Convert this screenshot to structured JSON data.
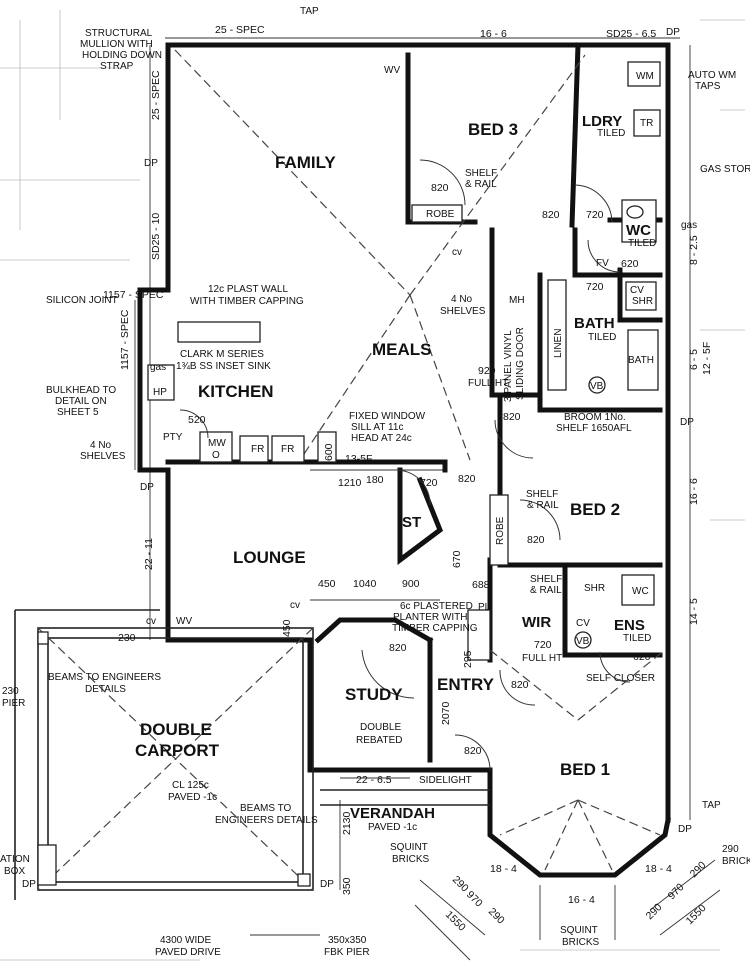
{
  "rooms": {
    "family": "FAMILY",
    "bed3": "BED 3",
    "ldry": "LDRY",
    "tiled_ldry": "TILED",
    "meals": "MEALS",
    "kitchen": "KITCHEN",
    "lounge": "LOUNGE",
    "bed2": "BED 2",
    "bath": "BATH",
    "tiled_bath": "TILED",
    "wc": "WC",
    "tiled_wc": "TILED",
    "st": "ST",
    "wir": "WIR",
    "ens": "ENS",
    "tiled_ens": "TILED",
    "study": "STUDY",
    "entry": "ENTRY",
    "bed1": "BED 1",
    "carport1": "DOUBLE",
    "carport2": "CARPORT",
    "verandah": "VERANDAH"
  },
  "notes": {
    "tap_top": "TAP",
    "tap_right": "TAP",
    "mullion1": "STRUCTURAL",
    "mullion2": "MULLION WITH",
    "mullion3": "HOLDING DOWN",
    "mullion4": "STRAP",
    "auto1": "AUTO WM",
    "auto2": "TAPS",
    "gas_stor": "GAS STOR",
    "gas": "gas",
    "silicon": "SILICON JOINT",
    "plast1": "12c PLAST WALL",
    "plast2": "WITH TIMBER CAPPING",
    "clark1": "CLARK M SERIES",
    "clark2": "1¾B SS INSET SINK",
    "bulk1": "BULKHEAD TO",
    "bulk2": "DETAIL ON",
    "bulk3": "SHEET 5",
    "shelves1a": "4 No",
    "shelves1b": "SHELVES",
    "shelves2a": "4 No",
    "shelves2b": "SHELVES",
    "fixed1": "FIXED WINDOW",
    "fixed2": "SILL AT 11c",
    "fixed3": "HEAD AT 24c",
    "fullht1a": "920",
    "fullht1b": "FULL HT",
    "sliding1": "3 PANEL VINYL",
    "sliding2": "SLIDING DOOR",
    "broom1": "BROOM 1No.",
    "broom2": "SHELF 1650AFL",
    "shelf_rail_a": "SHELF",
    "shelf_rail_b": "& RAIL",
    "shelf_rail2_a": "SHELF",
    "shelf_rail2_b": "& RAIL",
    "shelf_rail3_a": "SHELF",
    "shelf_rail3_b": "& RAIL",
    "plaster1": "6c PLASTERED",
    "plaster2": "PLANTER WITH",
    "plaster3": "TIMBER CAPPING",
    "wir_ht": "FULL HT",
    "self_closer": "SELF CLOSER",
    "double1": "DOUBLE",
    "double2": "REBATED",
    "sidelight": "SIDELIGHT",
    "beams1a": "BEAMS TO ENGINEERS",
    "beams1b": "DETAILS",
    "beams2a": "BEAMS TO",
    "beams2b": "ENGINEERS DETAILS",
    "cl1": "CL 125c",
    "cl2": "PAVED -1c",
    "verandah_paved": "PAVED -1c",
    "squint1a": "SQUINT",
    "squint1b": "BRICKS",
    "squint2a": "SQUINT",
    "squint2b": "BRICKS",
    "squint3a": "290",
    "squint3b": "BRICK",
    "paved1": "4300 WIDE",
    "paved2": "PAVED DRIVE",
    "pier1": "350x350",
    "pier2": "FBK PIER",
    "pier_l1": "230",
    "pier_l2": "PIER",
    "station1": "ATION",
    "station2": "BOX",
    "robe1": "ROBE",
    "robe2": "ROBE",
    "linen": "LINEN",
    "mh": "MH",
    "fv": "FV",
    "pty": "PTY",
    "mw": "MW",
    "o": "O",
    "fr1": "FR",
    "fr2": "FR",
    "hp": "HP",
    "gas2": "gas",
    "cv1": "CV",
    "shr1": "SHR",
    "cv2": "CV",
    "shr2": "SHR",
    "wc2": "WC",
    "tr": "TR",
    "wm": "WM",
    "vb1": "VB",
    "vb2": "VB",
    "pl": "PL",
    "dp1": "DP",
    "dp2": "DP",
    "dp3": "DP",
    "dp4": "DP",
    "dp5": "DP",
    "dp6": "DP",
    "dp7": "DP",
    "wv1": "WV",
    "wv2": "WV",
    "cv3": "cv",
    "cv4": "cv",
    "cv5": "cv"
  },
  "dims": {
    "d_25spec_top": "25 - SPEC",
    "d_166_top": "16 - 6",
    "d_sd25": "SD25 - 6.5",
    "d_25spec_left": "25 - SPEC",
    "d_sd2510": "SD25 - 10",
    "d_1157a": "1157 - SPEC",
    "d_1157b": "1157 - SPEC",
    "d_825": "8 - 2.5",
    "d_65": "6 - 5",
    "d_125f": "12 - 5F",
    "d_166_right": "16 - 6",
    "d_145": "14 - 5",
    "d_2211": "22 - 11",
    "d_820a": "820",
    "d_820b": "820",
    "d_720a": "720",
    "d_620a": "620",
    "d_720b": "720",
    "d_520": "520",
    "d_600": "600",
    "d_135f": "13-5F",
    "d_1210": "1210",
    "d_180": "180",
    "d_720c": "720",
    "d_820c": "820",
    "d_820d": "820",
    "d_820e": "820",
    "d_670": "670",
    "d_688": "688",
    "d_450a": "450",
    "d_1040": "1040",
    "d_900": "900",
    "d_450b": "450",
    "d_820f": "820",
    "d_295": "295",
    "d_720d": "720",
    "d_620b": "620",
    "d_820g": "820",
    "d_2070": "2070",
    "d_820h": "820",
    "d_2265": "22 - 6.5",
    "d_2130": "2130",
    "d_230": "230",
    "d_350": "350",
    "d_184a": "18 - 4",
    "d_184b": "18 - 4",
    "d_164": "16 - 4",
    "d_290a": "290",
    "d_970a": "970",
    "d_290b": "290",
    "d_1550a": "1550",
    "d_290c": "290",
    "d_970b": "970",
    "d_290d": "290",
    "d_1550b": "1550"
  }
}
